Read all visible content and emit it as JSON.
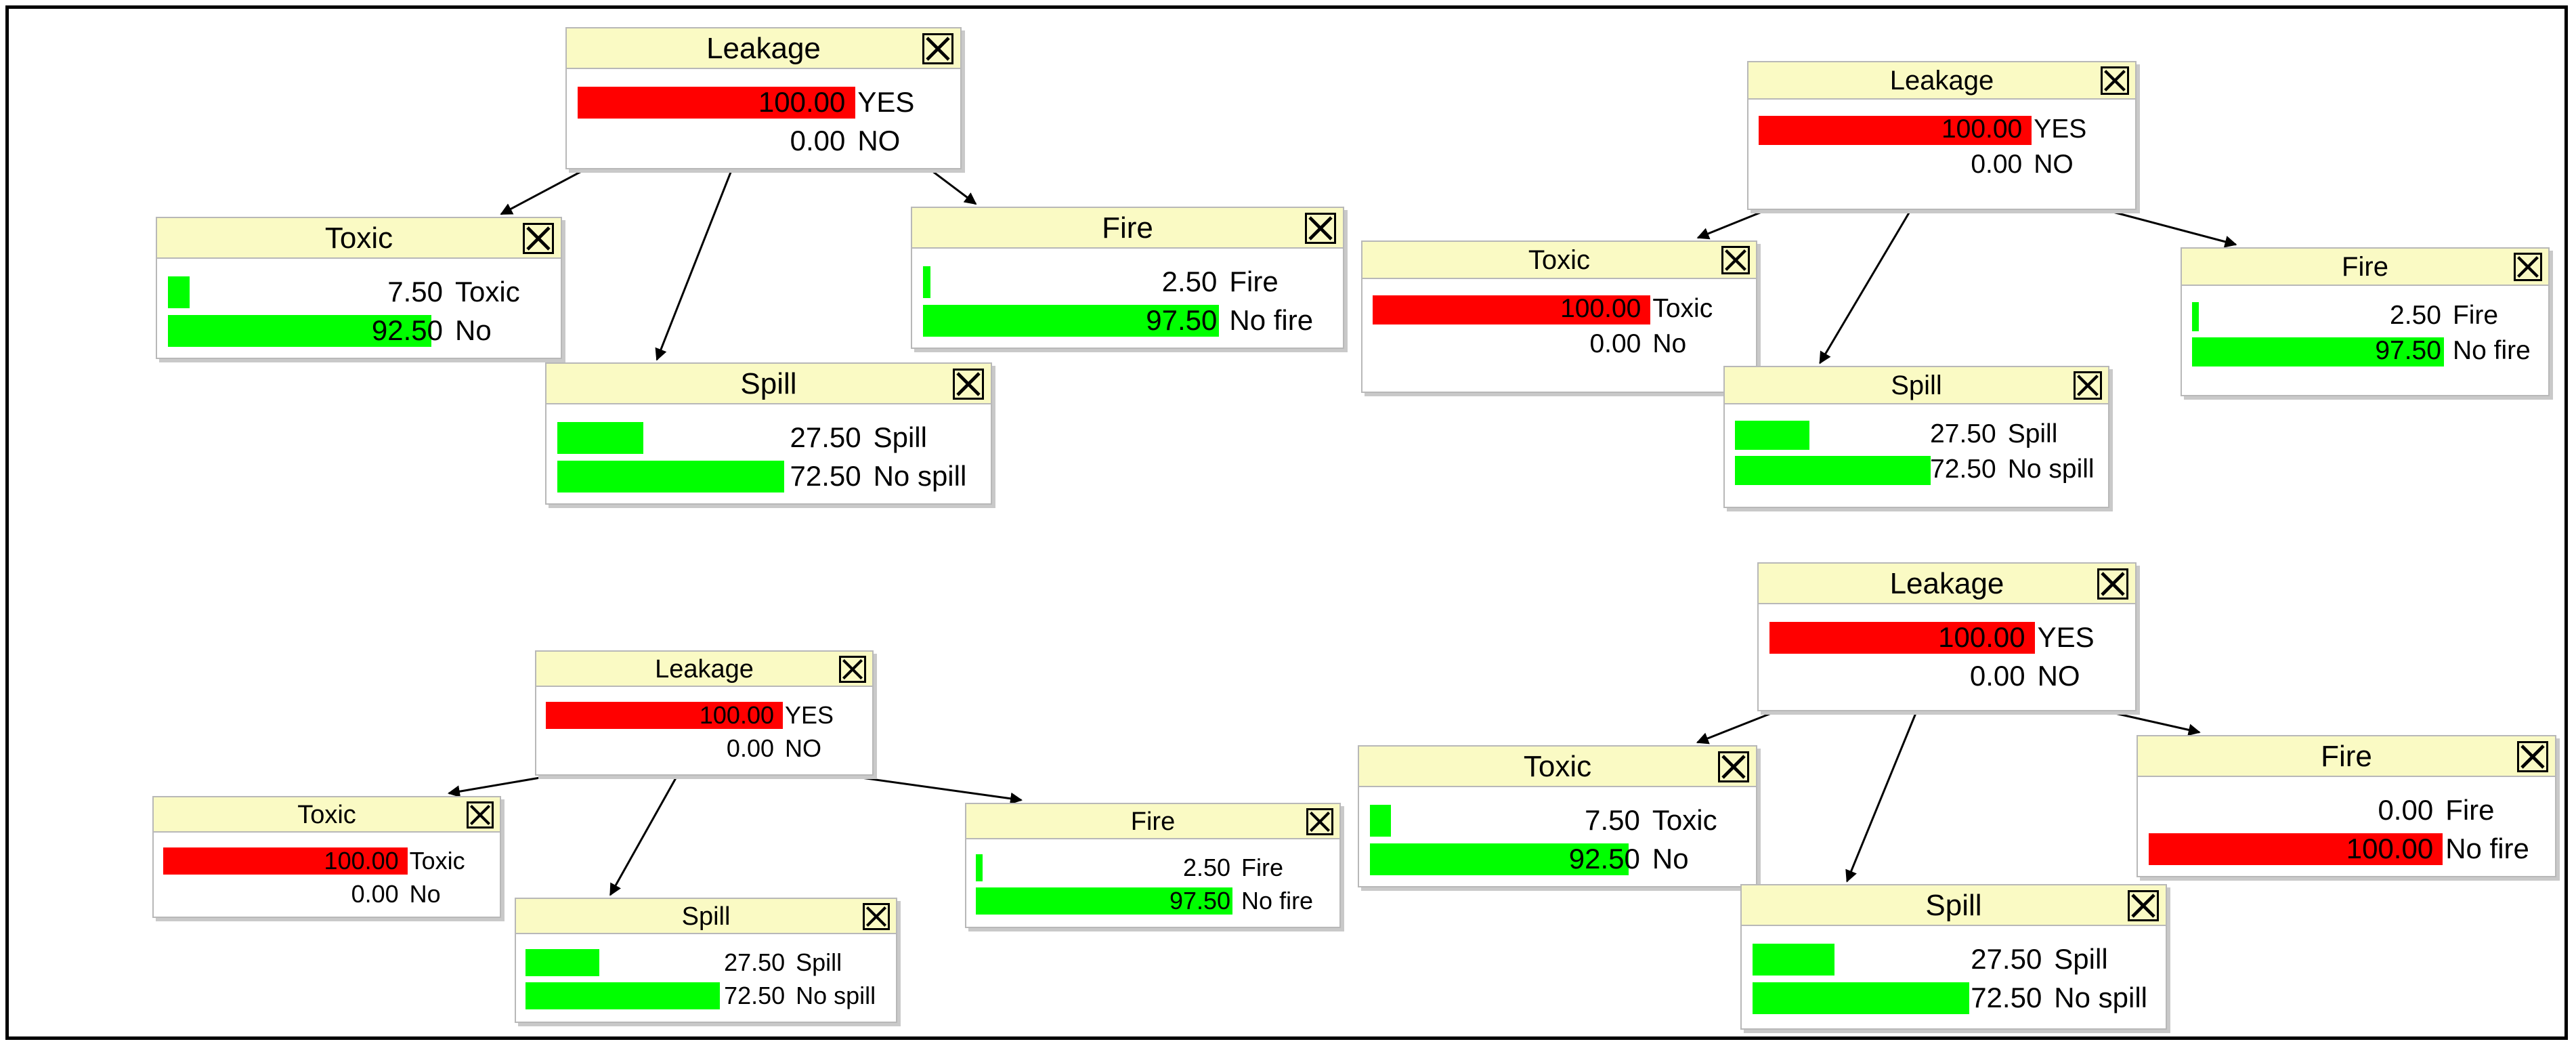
{
  "colors": {
    "red": "#ff0000",
    "green": "#00ff00",
    "title_bg": "#fafac4"
  },
  "close_icon": "boxed-x-icon",
  "panels": [
    {
      "leakage": {
        "title": "Leakage",
        "states": [
          {
            "value": "100.00",
            "label": "YES",
            "pct": 100,
            "color": "red"
          },
          {
            "value": "0.00",
            "label": "NO",
            "pct": 0,
            "color": "red"
          }
        ]
      },
      "toxic": {
        "title": "Toxic",
        "states": [
          {
            "value": "7.50",
            "label": "Toxic",
            "pct": 7.5,
            "color": "green"
          },
          {
            "value": "92.50",
            "label": "No",
            "pct": 92.5,
            "color": "green"
          }
        ]
      },
      "spill": {
        "title": "Spill",
        "states": [
          {
            "value": "27.50",
            "label": "Spill",
            "pct": 27.5,
            "color": "green"
          },
          {
            "value": "72.50",
            "label": "No spill",
            "pct": 72.5,
            "color": "green"
          }
        ]
      },
      "fire": {
        "title": "Fire",
        "states": [
          {
            "value": "2.50",
            "label": "Fire",
            "pct": 2.5,
            "color": "green"
          },
          {
            "value": "97.50",
            "label": "No fire",
            "pct": 97.5,
            "color": "green"
          }
        ]
      }
    },
    {
      "leakage": {
        "title": "Leakage",
        "states": [
          {
            "value": "100.00",
            "label": "YES",
            "pct": 100,
            "color": "red"
          },
          {
            "value": "0.00",
            "label": "NO",
            "pct": 0,
            "color": "red"
          }
        ]
      },
      "toxic": {
        "title": "Toxic",
        "states": [
          {
            "value": "100.00",
            "label": "Toxic",
            "pct": 100,
            "color": "red"
          },
          {
            "value": "0.00",
            "label": "No",
            "pct": 0,
            "color": "red"
          }
        ]
      },
      "spill": {
        "title": "Spill",
        "states": [
          {
            "value": "27.50",
            "label": "Spill",
            "pct": 27.5,
            "color": "green"
          },
          {
            "value": "72.50",
            "label": "No spill",
            "pct": 72.5,
            "color": "green"
          }
        ]
      },
      "fire": {
        "title": "Fire",
        "states": [
          {
            "value": "2.50",
            "label": "Fire",
            "pct": 2.5,
            "color": "green"
          },
          {
            "value": "97.50",
            "label": "No fire",
            "pct": 97.5,
            "color": "green"
          }
        ]
      }
    },
    {
      "leakage": {
        "title": "Leakage",
        "states": [
          {
            "value": "100.00",
            "label": "YES",
            "pct": 100,
            "color": "red"
          },
          {
            "value": "0.00",
            "label": "NO",
            "pct": 0,
            "color": "red"
          }
        ]
      },
      "toxic": {
        "title": "Toxic",
        "states": [
          {
            "value": "100.00",
            "label": "Toxic",
            "pct": 100,
            "color": "red"
          },
          {
            "value": "0.00",
            "label": "No",
            "pct": 0,
            "color": "red"
          }
        ]
      },
      "spill": {
        "title": "Spill",
        "states": [
          {
            "value": "27.50",
            "label": "Spill",
            "pct": 27.5,
            "color": "green"
          },
          {
            "value": "72.50",
            "label": "No spill",
            "pct": 72.5,
            "color": "green"
          }
        ]
      },
      "fire": {
        "title": "Fire",
        "states": [
          {
            "value": "2.50",
            "label": "Fire",
            "pct": 2.5,
            "color": "green"
          },
          {
            "value": "97.50",
            "label": "No fire",
            "pct": 97.5,
            "color": "green"
          }
        ]
      }
    },
    {
      "leakage": {
        "title": "Leakage",
        "states": [
          {
            "value": "100.00",
            "label": "YES",
            "pct": 100,
            "color": "red"
          },
          {
            "value": "0.00",
            "label": "NO",
            "pct": 0,
            "color": "red"
          }
        ]
      },
      "toxic": {
        "title": "Toxic",
        "states": [
          {
            "value": "7.50",
            "label": "Toxic",
            "pct": 7.5,
            "color": "green"
          },
          {
            "value": "92.50",
            "label": "No",
            "pct": 92.5,
            "color": "green"
          }
        ]
      },
      "spill": {
        "title": "Spill",
        "states": [
          {
            "value": "27.50",
            "label": "Spill",
            "pct": 27.5,
            "color": "green"
          },
          {
            "value": "72.50",
            "label": "No spill",
            "pct": 72.5,
            "color": "green"
          }
        ]
      },
      "fire": {
        "title": "Fire",
        "states": [
          {
            "value": "0.00",
            "label": "Fire",
            "pct": 0,
            "color": "red"
          },
          {
            "value": "100.00",
            "label": "No fire",
            "pct": 100,
            "color": "red"
          }
        ]
      }
    }
  ]
}
